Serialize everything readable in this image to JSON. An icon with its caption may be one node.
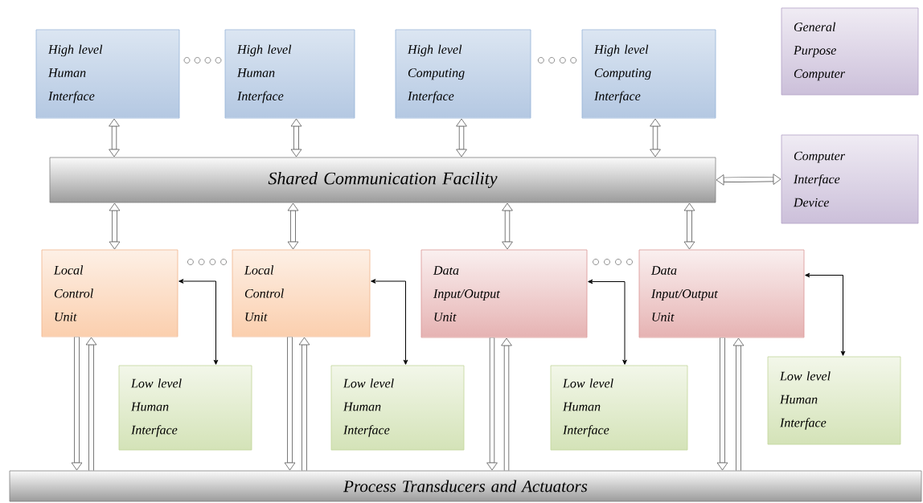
{
  "diagram": {
    "nodes": [
      {
        "text": [
          "High level Human Interface"
        ]
      },
      {
        "text": [
          "High level Human Interface"
        ]
      },
      {
        "text": [
          "High level Computing Interface"
        ]
      },
      {
        "text": [
          "High level Computing Interface"
        ]
      },
      {
        "text": [
          "General Purpose Computer"
        ]
      },
      {
        "text": [
          "Shared Communication Facility"
        ]
      },
      {
        "text": [
          "Computer Interface Device"
        ]
      },
      {
        "text": [
          "Local Control Unit"
        ]
      },
      {
        "text": [
          "Local Control Unit"
        ]
      },
      {
        "text": [
          "Data Input/Output Unit"
        ]
      },
      {
        "text": [
          "Data Input/Output Unit"
        ]
      },
      {
        "text": [
          "Low level Human Interface"
        ]
      },
      {
        "text": [
          "Low level Human Interface"
        ]
      },
      {
        "text": [
          "Low level Human Interface"
        ]
      },
      {
        "text": [
          "Low level Human Interface"
        ]
      },
      {
        "text": [
          "Process Transducers and Actuators"
        ]
      }
    ],
    "edges": [
      {
        "from": 0,
        "to": 5,
        "arrow": "both"
      },
      {
        "from": 1,
        "to": 5,
        "arrow": "both"
      },
      {
        "from": 2,
        "to": 5,
        "arrow": "both"
      },
      {
        "from": 3,
        "to": 5,
        "arrow": "both"
      },
      {
        "from": 5,
        "to": 6,
        "arrow": "both"
      },
      {
        "from": 5,
        "to": 7,
        "arrow": "both"
      },
      {
        "from": 5,
        "to": 8,
        "arrow": "both"
      },
      {
        "from": 5,
        "to": 9,
        "arrow": "both"
      },
      {
        "from": 5,
        "to": 10,
        "arrow": "both"
      },
      {
        "from": 7,
        "to": 11,
        "arrow": "both"
      },
      {
        "from": 8,
        "to": 12,
        "arrow": "both"
      },
      {
        "from": 9,
        "to": 13,
        "arrow": "both"
      },
      {
        "from": 10,
        "to": 14,
        "arrow": "both"
      },
      {
        "from": 7,
        "to": 15,
        "arrow": "to"
      },
      {
        "from": 15,
        "to": 7,
        "arrow": "to"
      },
      {
        "from": 8,
        "to": 15,
        "arrow": "to"
      },
      {
        "from": 15,
        "to": 8,
        "arrow": "to"
      },
      {
        "from": 9,
        "to": 15,
        "arrow": "to"
      },
      {
        "from": 15,
        "to": 9,
        "arrow": "to"
      },
      {
        "from": 10,
        "to": 15,
        "arrow": "to"
      },
      {
        "from": 15,
        "to": 10,
        "arrow": "to"
      }
    ]
  }
}
